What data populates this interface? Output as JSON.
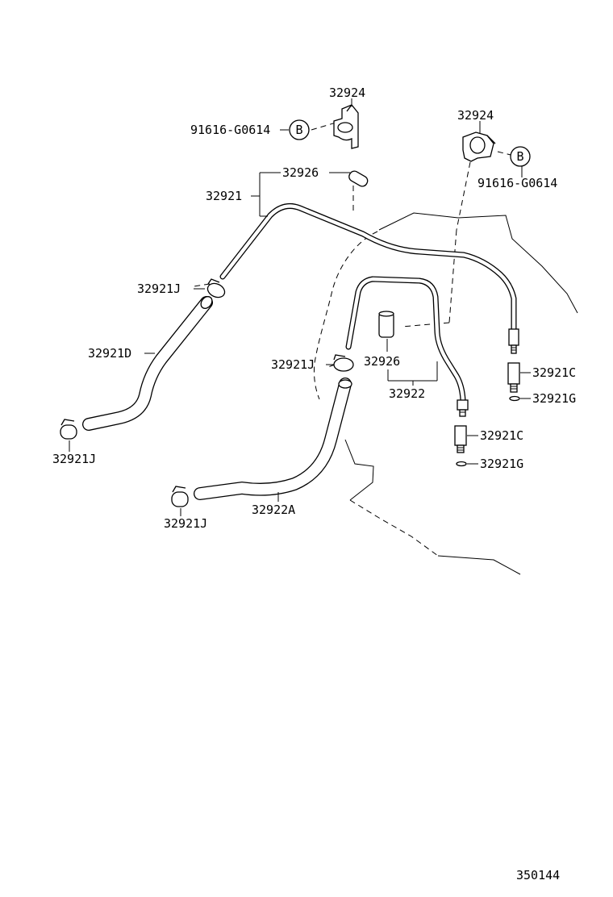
{
  "parts": {
    "bracket_left": "32924",
    "bolt_left": "91616-G0614",
    "bracket_right": "32924",
    "bolt_right": "91616-G0614",
    "ref_mark_left": "B",
    "ref_mark_right": "B",
    "sleeve_upper": "32926",
    "tube_upper": "32921",
    "clamp_upper": "32921J",
    "hose_left": "32921D",
    "clamp_left_lower": "32921J",
    "clamp_middle": "32921J",
    "sleeve_middle": "32926",
    "tube_middle": "32922",
    "union_upper": "32921C",
    "gasket_upper": "32921G",
    "union_lower": "32921C",
    "gasket_lower": "32921G",
    "hose_lower": "32922A",
    "clamp_bottom": "32921J"
  },
  "diagram_id": "350144"
}
